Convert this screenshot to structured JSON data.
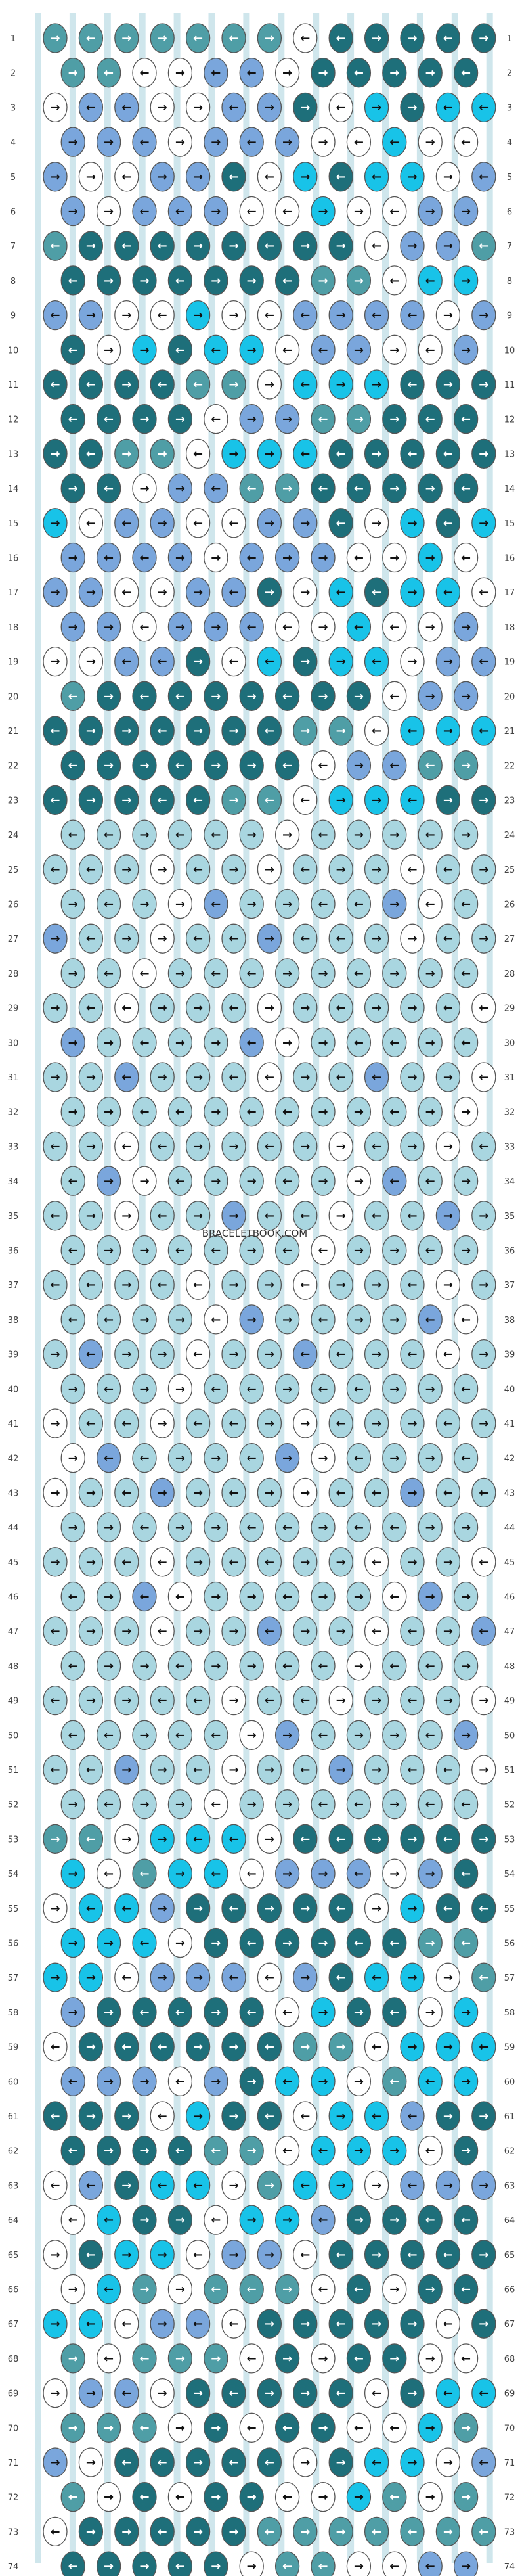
{
  "watermark": "BRACELETBOOK.COM",
  "row_count": 74,
  "knot_columns": 13,
  "string_count": 14,
  "colors": {
    "dark_teal": "#1e6f7a",
    "teal": "#4f9ea6",
    "cyan": "#18c3e8",
    "periwinkle": "#7aa6dc",
    "light_blue": "#a9d6e0",
    "white": "#ffffff",
    "outline": "#555555"
  },
  "arrow_glyphs": {
    "left": "←",
    "right": "→"
  },
  "knot_sequences": {
    "top_band_a": [
      "T",
      "T",
      "T",
      "T",
      "T",
      "T",
      "T",
      "W",
      "D",
      "D",
      "D",
      "D",
      "D"
    ],
    "top_band_b": [
      "W",
      "T",
      "T",
      "W",
      "W",
      "P",
      "P",
      "W",
      "D",
      "D",
      "D",
      "D",
      "D"
    ],
    "mixed_a": [
      "C",
      "C",
      "W",
      "P",
      "P",
      "W",
      "W",
      "P",
      "P",
      "D",
      "W",
      "C",
      "D"
    ],
    "mixed_b": [
      "W",
      "W",
      "P",
      "P",
      "P",
      "P",
      "W",
      "P",
      "P",
      "P",
      "W",
      "W",
      "C"
    ],
    "mid_a": [
      "D",
      "D",
      "W",
      "P",
      "P",
      "T",
      "T",
      "D",
      "D",
      "D",
      "D",
      "D",
      "D"
    ],
    "mid_b": [
      "D",
      "T",
      "T",
      "W",
      "C",
      "C",
      "C",
      "D",
      "D",
      "D",
      "D",
      "D",
      "D"
    ],
    "light_a": [
      "L",
      "L",
      "L",
      "W",
      "L",
      "L",
      "L",
      "L",
      "L",
      "L",
      "L",
      "L",
      "L"
    ],
    "light_b": [
      "L",
      "W",
      "L",
      "L",
      "W",
      "L",
      "L",
      "L",
      "W",
      "L",
      "L",
      "L",
      "L"
    ],
    "light_c": [
      "L",
      "L",
      "W",
      "P",
      "L",
      "L",
      "L",
      "L",
      "P",
      "W",
      "L",
      "L",
      "L"
    ],
    "light_d": [
      "P",
      "L",
      "L",
      "W",
      "L",
      "L",
      "P",
      "L",
      "L",
      "L",
      "W",
      "L",
      "L"
    ],
    "lower_a": [
      "T",
      "T",
      "W",
      "C",
      "C",
      "C",
      "W",
      "D",
      "D",
      "D",
      "D",
      "D",
      "D"
    ],
    "lower_b": [
      "C",
      "C",
      "W",
      "T",
      "C",
      "C",
      "W",
      "P",
      "P",
      "P",
      "W",
      "P",
      "D"
    ],
    "lower_c": [
      "D",
      "D",
      "W",
      "C",
      "C",
      "P",
      "D",
      "D",
      "D",
      "D",
      "D",
      "W",
      "C"
    ],
    "bottom_a": [
      "D",
      "C",
      "C",
      "W",
      "P",
      "P",
      "W",
      "D",
      "D",
      "D",
      "D",
      "D",
      "W"
    ],
    "bottom_b": [
      "W",
      "C",
      "T",
      "W",
      "T",
      "T",
      "T",
      "W",
      "D",
      "W",
      "D",
      "D",
      "W"
    ]
  },
  "row_plan": [
    "top_band_a",
    "top_band_b",
    "mixed_a",
    "mixed_b",
    "mixed_a",
    "mixed_b",
    "mid_a",
    "mid_b",
    "mixed_b",
    "mixed_a",
    "mid_b",
    "mid_a",
    "mid_b",
    "mid_a",
    "mixed_a",
    "mixed_b",
    "mixed_a",
    "mixed_b",
    "mixed_a",
    "mid_a",
    "mid_b",
    "mid_a",
    "mid_b",
    "light_a",
    "light_b",
    "light_c",
    "light_d",
    "light_a",
    "light_b",
    "light_c",
    "light_d",
    "light_a",
    "light_b",
    "light_c",
    "light_d",
    "light_a",
    "light_b",
    "light_c",
    "light_d",
    "light_a",
    "light_b",
    "light_c",
    "light_d",
    "light_a",
    "light_b",
    "light_c",
    "light_d",
    "light_a",
    "light_b",
    "light_c",
    "light_d",
    "light_a",
    "lower_a",
    "lower_b",
    "lower_c",
    "lower_a",
    "lower_b",
    "lower_c",
    "lower_a",
    "lower_b",
    "lower_c",
    "lower_a",
    "lower_b",
    "lower_c",
    "bottom_a",
    "bottom_b",
    "bottom_a",
    "bottom_b",
    "bottom_a",
    "bottom_b",
    "bottom_a",
    "bottom_b",
    "top_band_a",
    "top_band_b"
  ],
  "arrow_plan": [
    "R",
    "L",
    "R",
    "R",
    "L",
    "L",
    "R",
    "L",
    "L",
    "R",
    "R",
    "L",
    "R"
  ]
}
